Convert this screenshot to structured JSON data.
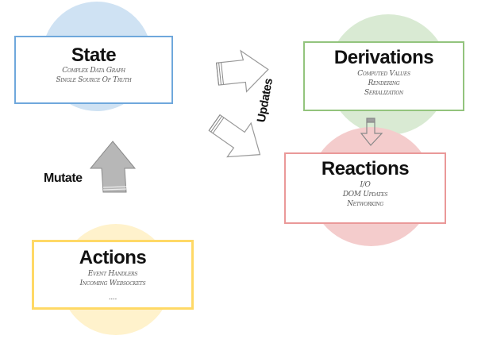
{
  "nodes": {
    "state": {
      "title": "State",
      "lines": [
        "Complex Data Graph",
        "Single Source Of Truth"
      ],
      "border_color": "#6fa8dc",
      "circle_color": "#cfe2f3"
    },
    "derivations": {
      "title": "Derivations",
      "lines": [
        "Computed Values",
        "Rendering",
        "Serialization"
      ],
      "border_color": "#93c47d",
      "circle_color": "#d9ead3"
    },
    "reactions": {
      "title": "Reactions",
      "lines": [
        "I/O",
        "DOM Updates",
        "Networking"
      ],
      "border_color": "#e06666",
      "circle_color": "#f4cccc"
    },
    "actions": {
      "title": "Actions",
      "lines": [
        "Event Handlers",
        "Incoming Websockets",
        "...."
      ],
      "border_color": "#ffd966",
      "circle_color": "#fff2cc"
    }
  },
  "edges": {
    "mutate_label": "Mutate",
    "updates_label": "Updates"
  },
  "arrows": {
    "outline_color": "#999999",
    "filled_color": "#b7b7b7"
  }
}
